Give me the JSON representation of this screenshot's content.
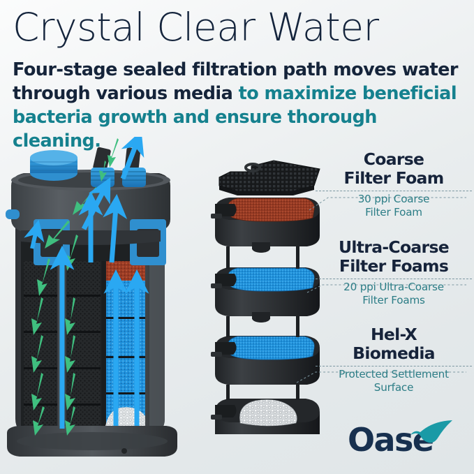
{
  "theme": {
    "bg_light": "#fbfcfc",
    "bg_dark": "#e0e6e8",
    "navy": "#14243c",
    "teal": "#15818e",
    "teal_sub": "#2c7d86",
    "dash": "#7d98a2",
    "foam_blue": "#1b8ede",
    "foam_red": "#9e3a24",
    "plastic_dark": "#2b2e31",
    "plastic_mid": "#45494d",
    "arrow_blue": "#2aa8f2",
    "arrow_green": "#3fbf7f",
    "biomedia": "#d8dcde"
  },
  "header": {
    "title": "Crystal Clear Water",
    "subhead_plain_1": "Four-stage sealed filtration path moves water",
    "subhead_plain_2": "through various media ",
    "subhead_accent_1": "to maximize beneficial",
    "subhead_accent_2": "bacteria growth and ensure thorough cleaning."
  },
  "callouts": [
    {
      "id": "coarse-filter-foam",
      "title_line_1": "Coarse",
      "title_line_2": "Filter Foam",
      "sub_line_1": "30 ppi Coarse",
      "sub_line_2": "Filter Foam"
    },
    {
      "id": "ultra-coarse-filter-foams",
      "title_line_1": "Ultra-Coarse",
      "title_line_2": "Filter Foams",
      "sub_line_1": "20 ppi Ultra-Coarse",
      "sub_line_2": "Filter Foams"
    },
    {
      "id": "hel-x-biomedia",
      "title_line_1": "Hel-X",
      "title_line_2": "Biomedia",
      "sub_line_1": "Protected Settlement",
      "sub_line_2": "Surface"
    }
  ],
  "brand": {
    "name": "Oase",
    "mark": "swoosh-icon"
  },
  "diagram": {
    "canister_name": "external-aquarium-canister-filter-cutaway",
    "stack_name": "exploded-filter-basket-stack",
    "flow_inlet_label": "green-inflow-arrows",
    "flow_outlet_label": "blue-outflow-arrows",
    "baskets": [
      {
        "media": "coarse-filter-foam",
        "color": "#9e3a24"
      },
      {
        "media": "ultra-coarse-filter-foam-upper",
        "color": "#1b8ede"
      },
      {
        "media": "ultra-coarse-filter-foam-lower",
        "color": "#1b8ede"
      },
      {
        "media": "hel-x-biomedia",
        "color": "#d8dcde"
      }
    ]
  }
}
